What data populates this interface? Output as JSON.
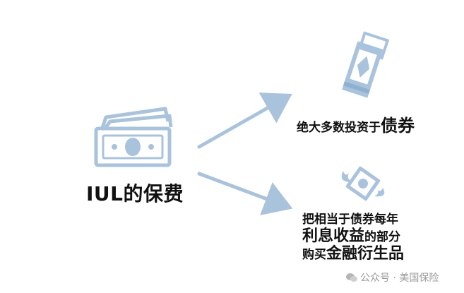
{
  "main_label": "IUL的保费",
  "branches": [
    {
      "parts": [
        {
          "text": "绝大多数投资于",
          "size": "small"
        },
        {
          "text": "债券",
          "size": "big"
        }
      ]
    },
    {
      "lines": [
        {
          "parts": [
            {
              "text": "把相当于债券每年",
              "size": "small"
            }
          ]
        },
        {
          "parts": [
            {
              "text": "利息收益",
              "size": "big"
            },
            {
              "text": "的部分",
              "size": "small"
            }
          ]
        },
        {
          "parts": [
            {
              "text": "购买",
              "size": "small"
            },
            {
              "text": "金融衍生品",
              "size": "big"
            }
          ]
        }
      ]
    }
  ],
  "watermark": {
    "icon": "wechat-icon",
    "text": "公众号 · 美国保险"
  },
  "colors": {
    "accent": "#a9c3dc",
    "accent_dark": "#8fb0cf",
    "text": "#111111",
    "watermark": "#9a9a9a"
  },
  "icons": {
    "source": "money-stack-icon",
    "bond": "bond-certificate-icon",
    "derivative": "flying-money-icon"
  }
}
